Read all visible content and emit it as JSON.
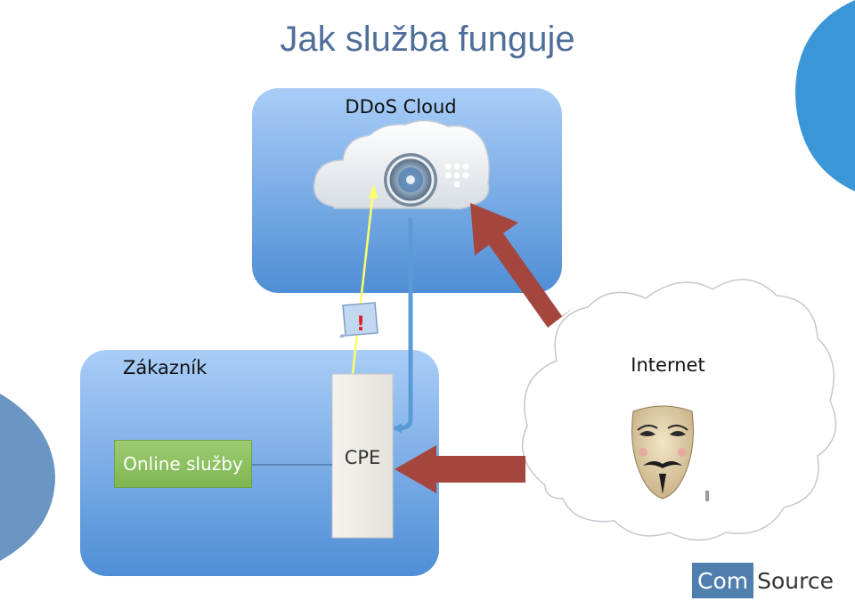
{
  "title": "Jak služba funguje",
  "ddos_cloud": {
    "label": "DDoS Cloud"
  },
  "customer": {
    "label": "Zákazník",
    "online_services_label": "Online služby",
    "cpe_label": "CPE"
  },
  "internet": {
    "label": "Internet"
  },
  "alert": {
    "symbol": "!"
  },
  "logo": {
    "part1": "Com",
    "part2": "Source"
  },
  "colors": {
    "title": "#4f6f9a",
    "blue_box": "#5a94d8",
    "attack_arrow": "#a4463e",
    "signal_line": "#ffff66",
    "return_line": "#5b9bd5",
    "online_box": "#8cc063",
    "logo_blue": "#4f7faf"
  }
}
